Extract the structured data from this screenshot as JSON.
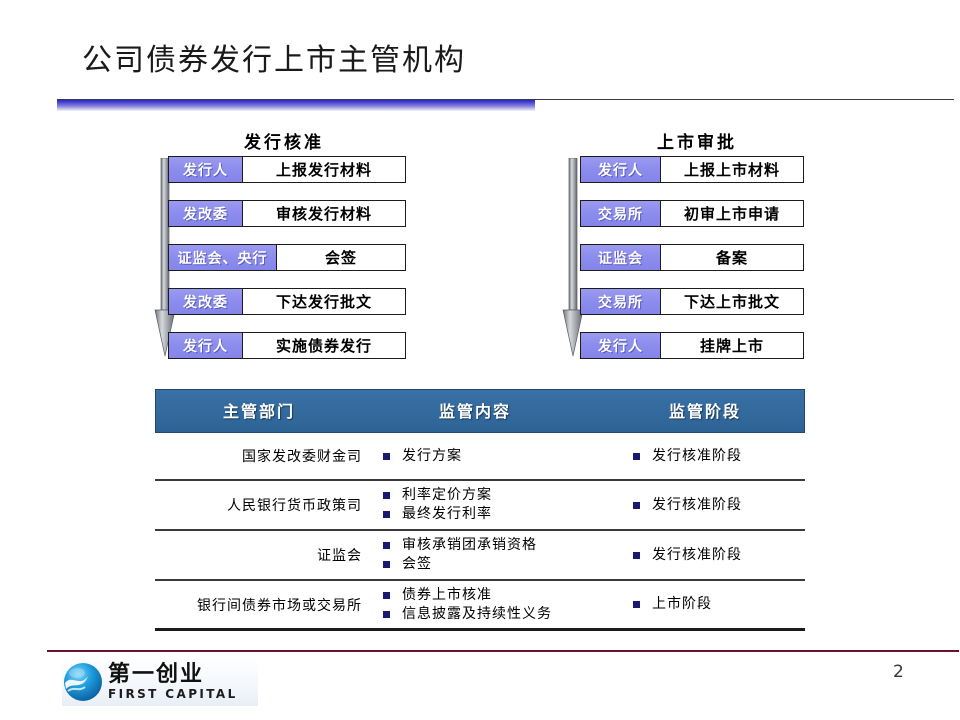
{
  "slide": {
    "title": "公司债券发行上市主管机构",
    "page_number": "2",
    "accent_blue": "#2b26c9",
    "header_blue": "#336b9f",
    "actor_purple": "#8d8dee",
    "bullet_navy": "#191970",
    "footer_maroon": "#6b1030"
  },
  "flows": [
    {
      "title": "发行核准",
      "arrow_icon": "down-arrow-icon",
      "rows": [
        {
          "actor": "发行人",
          "action": "上报发行材料",
          "actor_width": 74
        },
        {
          "actor": "发改委",
          "action": "审核发行材料",
          "actor_width": 74
        },
        {
          "actor": "证监会、央行",
          "action": "会签",
          "actor_width": 108
        },
        {
          "actor": "发改委",
          "action": "下达发行批文",
          "actor_width": 74
        },
        {
          "actor": "发行人",
          "action": "实施债券发行",
          "actor_width": 74
        }
      ]
    },
    {
      "title": "上市审批",
      "arrow_icon": "down-arrow-icon",
      "rows": [
        {
          "actor": "发行人",
          "action": "上报上市材料",
          "actor_width": 80
        },
        {
          "actor": "交易所",
          "action": "初审上市申请",
          "actor_width": 80
        },
        {
          "actor": "证监会",
          "action": "备案",
          "actor_width": 80
        },
        {
          "actor": "交易所",
          "action": "下达上市批文",
          "actor_width": 80
        },
        {
          "actor": "发行人",
          "action": "挂牌上市",
          "actor_width": 80
        }
      ]
    }
  ],
  "table": {
    "headers": [
      "主管部门",
      "监管内容",
      "监管阶段"
    ],
    "rows": [
      {
        "department": "国家发改委财金司",
        "content": [
          "发行方案"
        ],
        "stage": [
          "发行核准阶段"
        ]
      },
      {
        "department": "人民银行货币政策司",
        "content": [
          "利率定价方案",
          "最终发行利率"
        ],
        "stage": [
          "发行核准阶段"
        ]
      },
      {
        "department": "证监会",
        "content": [
          "审核承销团承销资格",
          "会签"
        ],
        "stage": [
          "发行核准阶段"
        ]
      },
      {
        "department": "银行间债券市场或交易所",
        "content": [
          "债券上市核准",
          "信息披露及持续性义务"
        ],
        "stage": [
          "上市阶段"
        ]
      }
    ]
  },
  "footer": {
    "logo_icon": "globe-icon",
    "logo_cn": "第一创业",
    "logo_en": "FIRST CAPITAL"
  }
}
